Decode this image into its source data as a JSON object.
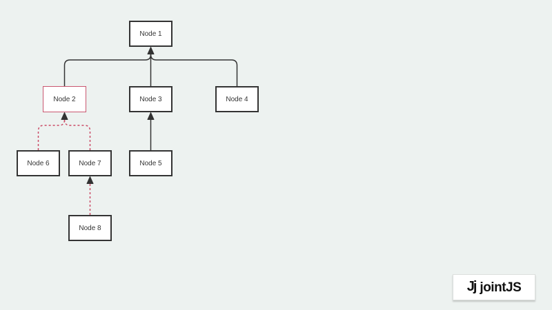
{
  "page": {
    "background_color": "#edf2f0"
  },
  "diagram": {
    "type": "tree",
    "nodes": [
      {
        "label": "Node 1",
        "highlighted": false
      },
      {
        "label": "Node 2",
        "highlighted": true
      },
      {
        "label": "Node 3",
        "highlighted": false
      },
      {
        "label": "Node 4",
        "highlighted": false
      },
      {
        "label": "Node 5",
        "highlighted": false
      },
      {
        "label": "Node 6",
        "highlighted": false
      },
      {
        "label": "Node 7",
        "highlighted": false
      },
      {
        "label": "Node 8",
        "highlighted": false
      }
    ],
    "links": [
      {
        "source": "Node 2",
        "target": "Node 1",
        "style": "solid"
      },
      {
        "source": "Node 3",
        "target": "Node 1",
        "style": "solid"
      },
      {
        "source": "Node 4",
        "target": "Node 1",
        "style": "solid"
      },
      {
        "source": "Node 5",
        "target": "Node 3",
        "style": "solid"
      },
      {
        "source": "Node 6",
        "target": "Node 2",
        "style": "dashed"
      },
      {
        "source": "Node 7",
        "target": "Node 2",
        "style": "dashed"
      },
      {
        "source": "Node 8",
        "target": "Node 7",
        "style": "dashed"
      }
    ],
    "colors": {
      "node_fill": "#ffffff",
      "node_stroke": "#333333",
      "highlight_stroke": "#c9566f",
      "solid_link": "#333333",
      "dashed_link": "#cb4b66",
      "arrowhead": "#333333",
      "label_text": "#333333"
    }
  },
  "watermark": {
    "icon": "Jj",
    "label": "jointJS"
  }
}
